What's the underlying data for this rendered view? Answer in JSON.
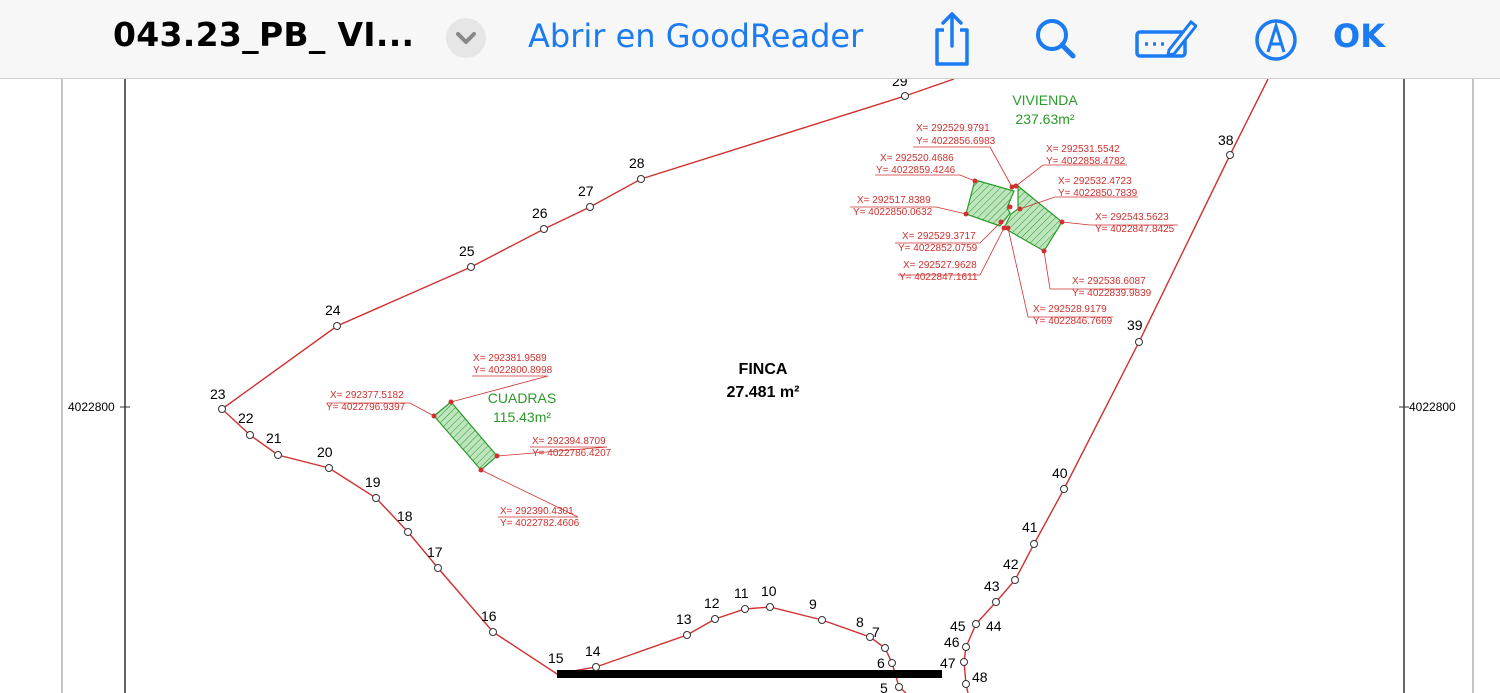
{
  "toolbar": {
    "title": "043.23_PB_ VI...",
    "open_in": "Abrir en GoodReader",
    "ok": "OK",
    "icons": [
      "share-icon",
      "search-icon",
      "annotate-icon",
      "markup-icon",
      "chevron-down-icon"
    ],
    "accent": "#1a7bf2"
  },
  "plan": {
    "left_coord": "4022800",
    "right_coord": "4022800",
    "finca_label": "FINCA",
    "finca_area": "27.481 m²",
    "vivienda_label": "VIVIENDA",
    "vivienda_area": "237.63m²",
    "cuadras_label": "CUADRAS",
    "cuadras_area": "115.43m²",
    "line_color": "#d03030",
    "building_color": "#2a9a2a",
    "points": [
      {
        "n": "5"
      },
      {
        "n": "6"
      },
      {
        "n": "7"
      },
      {
        "n": "8"
      },
      {
        "n": "9"
      },
      {
        "n": "10"
      },
      {
        "n": "11"
      },
      {
        "n": "12"
      },
      {
        "n": "13"
      },
      {
        "n": "14"
      },
      {
        "n": "15"
      },
      {
        "n": "16"
      },
      {
        "n": "17"
      },
      {
        "n": "18"
      },
      {
        "n": "19"
      },
      {
        "n": "20"
      },
      {
        "n": "21"
      },
      {
        "n": "22"
      },
      {
        "n": "23"
      },
      {
        "n": "24"
      },
      {
        "n": "25"
      },
      {
        "n": "26"
      },
      {
        "n": "27"
      },
      {
        "n": "28"
      },
      {
        "n": "29"
      },
      {
        "n": "38"
      },
      {
        "n": "39"
      },
      {
        "n": "40"
      },
      {
        "n": "41"
      },
      {
        "n": "42"
      },
      {
        "n": "43"
      },
      {
        "n": "44"
      },
      {
        "n": "45"
      },
      {
        "n": "46"
      },
      {
        "n": "47"
      },
      {
        "n": "48"
      }
    ],
    "vivienda_coords": [
      {
        "x": "X= 292529.9791",
        "y": "Y= 4022856.6983"
      },
      {
        "x": "X= 292520.4686",
        "y": "Y= 4022859.4246"
      },
      {
        "x": "X= 292517.8389",
        "y": "Y= 4022850.0632"
      },
      {
        "x": "X= 292529.3717",
        "y": "Y= 4022852.0759"
      },
      {
        "x": "X= 292527.9628",
        "y": "Y= 4022847.1611"
      },
      {
        "x": "X= 292531.5542",
        "y": "Y= 4022858.4782"
      },
      {
        "x": "X= 292532.4723",
        "y": "Y= 4022850.7839"
      },
      {
        "x": "X= 292543.5623",
        "y": "Y= 4022847.8425"
      },
      {
        "x": "X= 292536.6087",
        "y": "Y= 4022839.9839"
      },
      {
        "x": "X= 292528.9179",
        "y": "Y= 4022846.7669"
      }
    ],
    "cuadras_coords": [
      {
        "x": "X= 292381.9589",
        "y": "Y= 4022800.8998"
      },
      {
        "x": "X= 292377.5182",
        "y": "Y= 4022796.9397"
      },
      {
        "x": "X= 292394.8709",
        "y": "Y= 4022786.4207"
      },
      {
        "x": "X= 292390.4301",
        "y": "Y= 4022782.4606"
      }
    ]
  }
}
